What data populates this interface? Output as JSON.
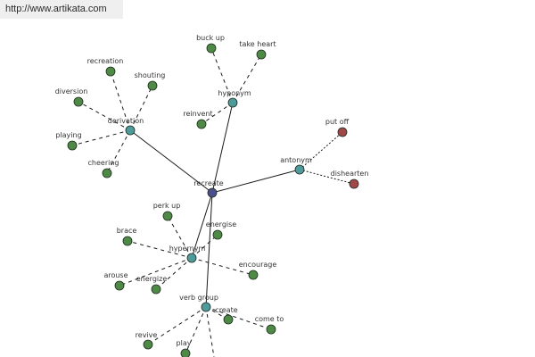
{
  "banner": {
    "url": "http://www.artikata.com"
  },
  "colors": {
    "center": "#4a4f8c",
    "relation": "#4f9a9a",
    "word": "#4e8a45",
    "antonym_word": "#a04848"
  },
  "graph": {
    "center": {
      "id": "recreate",
      "label": "recreate"
    },
    "relations": [
      {
        "id": "derivation",
        "label": "derivation"
      },
      {
        "id": "hyponym",
        "label": "hyponym"
      },
      {
        "id": "antonym",
        "label": "antonym"
      },
      {
        "id": "hypernym",
        "label": "hypernym"
      },
      {
        "id": "verb_group",
        "label": "verb group"
      }
    ],
    "words": [
      {
        "id": "recreation",
        "label": "recreation",
        "parent": "derivation"
      },
      {
        "id": "shouting",
        "label": "shouting",
        "parent": "derivation"
      },
      {
        "id": "diversion",
        "label": "diversion",
        "parent": "derivation"
      },
      {
        "id": "playing",
        "label": "playing",
        "parent": "derivation"
      },
      {
        "id": "cheering",
        "label": "cheering",
        "parent": "derivation"
      },
      {
        "id": "buck_up",
        "label": "buck up",
        "parent": "hyponym"
      },
      {
        "id": "take_heart",
        "label": "take heart",
        "parent": "hyponym"
      },
      {
        "id": "reinvent",
        "label": "reinvent",
        "parent": "hyponym"
      },
      {
        "id": "put_off",
        "label": "put off",
        "parent": "antonym"
      },
      {
        "id": "dishearten",
        "label": "dishearten",
        "parent": "antonym"
      },
      {
        "id": "perk_up",
        "label": "perk up",
        "parent": "hypernym"
      },
      {
        "id": "energise",
        "label": "energise",
        "parent": "hypernym"
      },
      {
        "id": "brace",
        "label": "brace",
        "parent": "hypernym"
      },
      {
        "id": "encourage",
        "label": "encourage",
        "parent": "hypernym"
      },
      {
        "id": "arouse",
        "label": "arouse",
        "parent": "hypernym"
      },
      {
        "id": "energize",
        "label": "energize",
        "parent": "hypernym"
      },
      {
        "id": "create",
        "label": "create",
        "parent": "verb_group"
      },
      {
        "id": "come_to",
        "label": "come to",
        "parent": "verb_group"
      },
      {
        "id": "revive",
        "label": "revive",
        "parent": "verb_group"
      },
      {
        "id": "play",
        "label": "play",
        "parent": "verb_group"
      }
    ]
  }
}
